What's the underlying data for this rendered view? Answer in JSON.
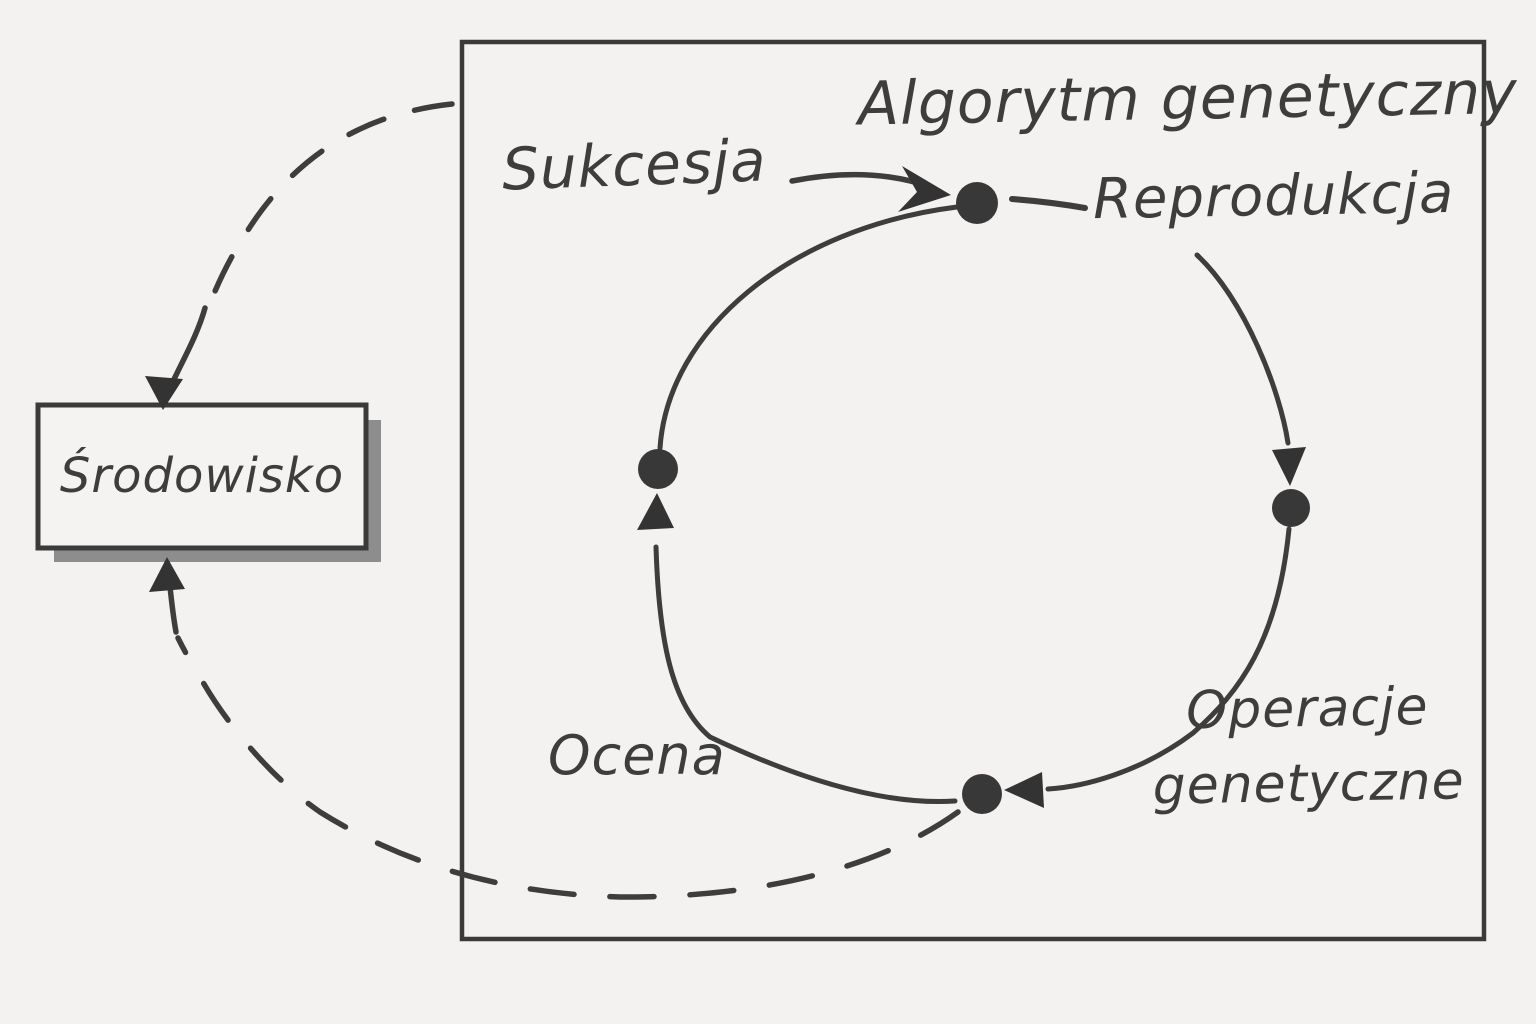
{
  "diagram": {
    "title": "Algorytm genetyczny",
    "environment": {
      "label": "Środowisko"
    },
    "cycle": {
      "labels": {
        "succession": "Sukcesja",
        "reproduction": "Reprodukcja",
        "evaluation": "Ocena",
        "genetic_operations_line1": "Operacje",
        "genetic_operations_line2": "genetyczne"
      },
      "nodes": [
        "reproduction-node",
        "genetic-operations-node",
        "evaluation-node",
        "succession-node"
      ],
      "flow_direction": "clockwise"
    },
    "links": {
      "environment_in_top": "dashed arrow from algorithm box to Środowisko (top)",
      "environment_in_bottom": "dashed arrow from evaluation node to Środowisko (bottom)"
    },
    "colors": {
      "paper": "#f3f2f0",
      "ink": "#3d3d3d",
      "node_fill": "#383838",
      "shadow": "#8d8d8d"
    }
  }
}
